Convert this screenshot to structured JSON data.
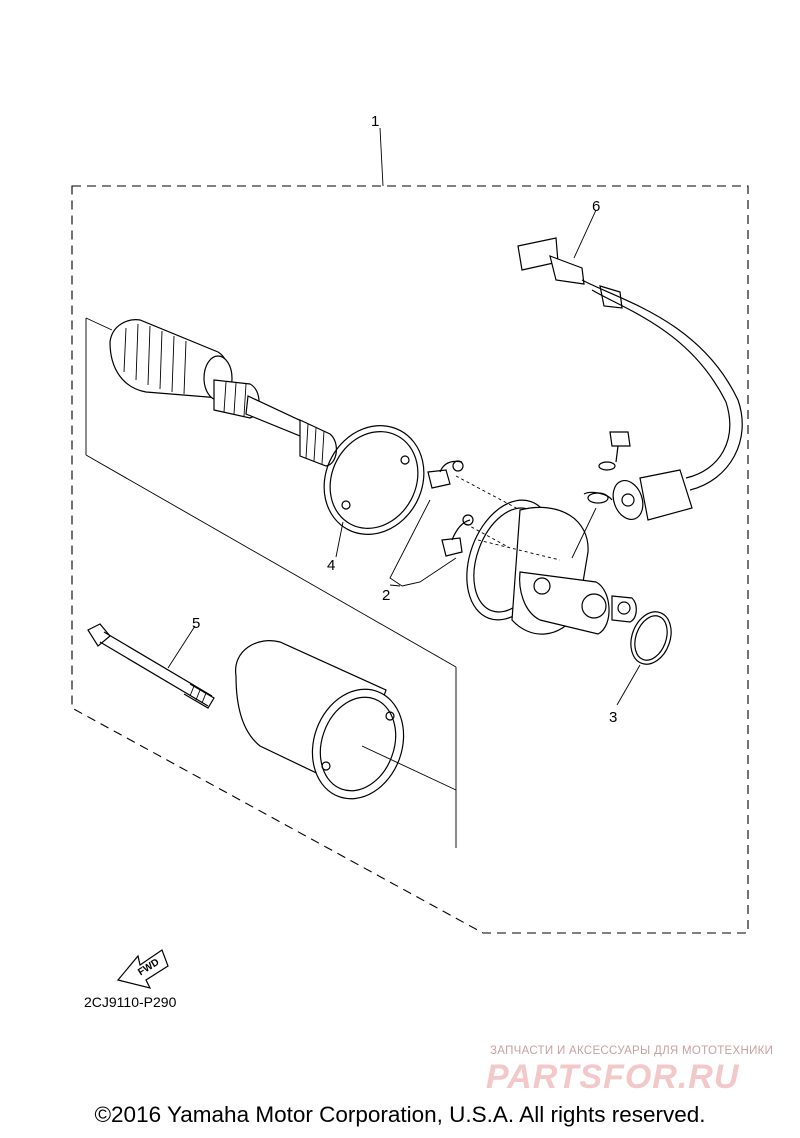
{
  "diagram": {
    "callouts": [
      "1",
      "2",
      "3",
      "4",
      "5",
      "6"
    ],
    "fwd_label": "FWD",
    "part_code": "2CJ9110-P290"
  },
  "watermark": {
    "tagline": "ЗАПЧАСТИ И АКСЕССУАРЫ ДЛЯ МОТОТЕХНИКИ",
    "logo": "PARTSFOR.RU"
  },
  "footer": {
    "copyright": "©2016 Yamaha Motor Corporation, U.S.A. All rights reserved."
  }
}
